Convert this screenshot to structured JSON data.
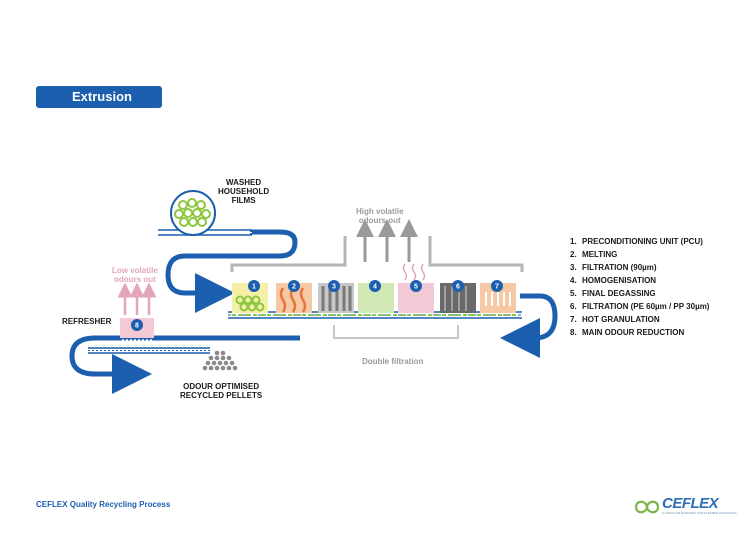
{
  "header": {
    "title": "Extrusion"
  },
  "labels": {
    "washed": "WASHED\nHOUSEHOLD\nFILMS",
    "high_volatile": "High volatile\nodours out",
    "low_volatile": "Low volatile\nodours out",
    "refresher": "REFRESHER",
    "double_filtration": "Double filtration",
    "pellets": "ODOUR OPTIMISED\nRECYCLED PELLETS"
  },
  "steps": [
    {
      "num": "1",
      "label": "1.",
      "text": "PRECONDITIONING UNIT (PCU)"
    },
    {
      "num": "2",
      "label": "2.",
      "text": "MELTING"
    },
    {
      "num": "3",
      "label": "3.",
      "text": "FILTRATION (90µm)"
    },
    {
      "num": "4",
      "label": "4.",
      "text": "HOMOGENISATION"
    },
    {
      "num": "5",
      "label": "5.",
      "text": "FINAL DEGASSING"
    },
    {
      "num": "6",
      "label": "6.",
      "text": "FILTRATION (PE 60µm / PP 30µm)"
    },
    {
      "num": "7",
      "label": "7.",
      "text": "HOT GRANULATION"
    },
    {
      "num": "8",
      "label": "8.",
      "text": "MAIN ODOUR REDUCTION"
    }
  ],
  "footer": {
    "text": "CEFLEX Quality Recycling Process"
  },
  "logo": {
    "text": "CEFLEX",
    "subtitle": "A CIRCULAR ECONOMY FOR FLEXIBLE PACKAGING"
  },
  "colors": {
    "brand_blue": "#1b5fae",
    "grey": "#9a9a9a",
    "pink": "#e3a6b8",
    "green": "#8dc63f"
  }
}
